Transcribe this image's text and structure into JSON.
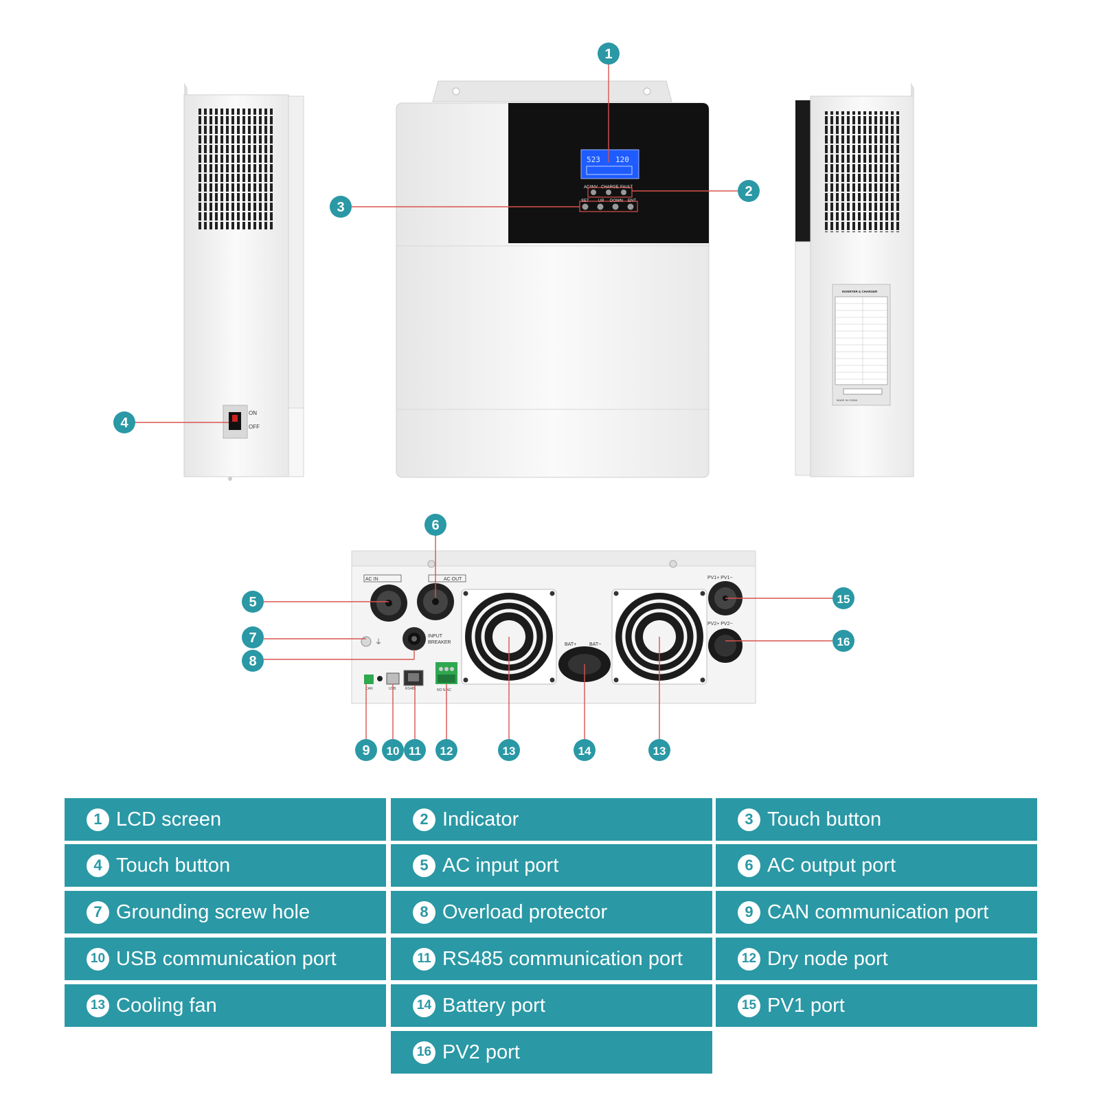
{
  "colors": {
    "accent": "#2a98a5",
    "leader_line": "#d9534f",
    "device_body": "#f3f3f3",
    "panel": "#111111",
    "lcd": "#1e5cff"
  },
  "device": {
    "indicator_labels": [
      "AC/INV",
      "CHARGE",
      "FAULT"
    ],
    "button_labels": [
      "SET",
      "UP",
      "DOWN",
      "ENT"
    ],
    "lcd_readouts": [
      "523",
      "120"
    ],
    "switch_on": "ON",
    "switch_off": "OFF",
    "label_sheet_title": "INVERTER & CHARGER",
    "label_made_in": "MADE IN CHINA",
    "bottom": {
      "ac_in": "AC IN",
      "ac_out": "AC OUT",
      "input_breaker": [
        "INPUT",
        "BREAKER"
      ],
      "bat_plus": "BAT+",
      "bat_minus": "BAT−",
      "pv1": "PV1+   PV1−",
      "pv2": "PV2+   PV2−",
      "can": "CAN",
      "usb": "USB",
      "rs485": "RS485",
      "dry": "NO  N  NC"
    }
  },
  "callouts": [
    "1",
    "2",
    "3",
    "4",
    "5",
    "6",
    "7",
    "8",
    "9",
    "10",
    "11",
    "12",
    "13",
    "14",
    "13",
    "15",
    "16"
  ],
  "legend": [
    {
      "num": "1",
      "label": "LCD screen"
    },
    {
      "num": "2",
      "label": "Indicator"
    },
    {
      "num": "3",
      "label": "Touch button"
    },
    {
      "num": "4",
      "label": "Touch button"
    },
    {
      "num": "5",
      "label": "AC input port"
    },
    {
      "num": "6",
      "label": "AC output port"
    },
    {
      "num": "7",
      "label": "Grounding screw hole"
    },
    {
      "num": "8",
      "label": "Overload protector"
    },
    {
      "num": "9",
      "label": "CAN communication port"
    },
    {
      "num": "10",
      "label": "USB communication port"
    },
    {
      "num": "11",
      "label": "RS485 communication port"
    },
    {
      "num": "12",
      "label": "Dry node port"
    },
    {
      "num": "13",
      "label": "Cooling fan"
    },
    {
      "num": "14",
      "label": "Battery port"
    },
    {
      "num": "15",
      "label": "PV1 port"
    },
    {
      "num": "16",
      "label": "PV2 port"
    }
  ]
}
